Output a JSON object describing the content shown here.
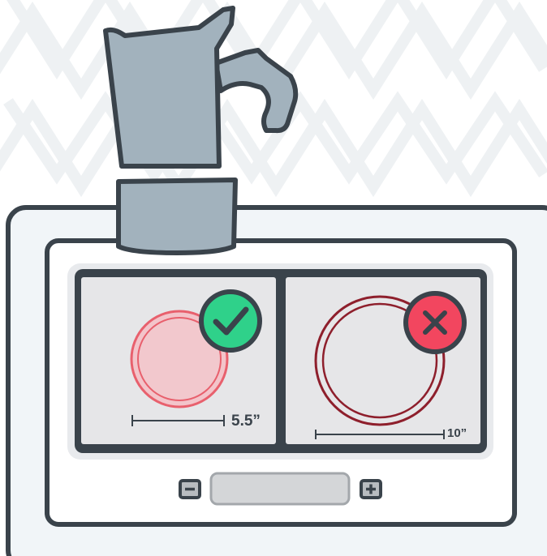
{
  "burners": [
    {
      "name": "small-burner",
      "size_label": "5.5”",
      "status": "correct",
      "status_icon": "checkmark-icon",
      "ring_color": "#e8606d",
      "badge_color": "#2fd18a"
    },
    {
      "name": "large-burner",
      "size_label": "10”",
      "status": "incorrect",
      "status_icon": "x-icon",
      "ring_color": "#8e1f2c",
      "badge_color": "#f2465f"
    }
  ],
  "controls": {
    "minus_icon": "minus-icon",
    "plus_icon": "plus-icon"
  },
  "colors": {
    "outline": "#3a434b",
    "pot": "#a2b2bd",
    "stove_body": "#f1f5f8",
    "cooktop": "#e5e6e8",
    "background_pattern": "#eef1f3"
  }
}
